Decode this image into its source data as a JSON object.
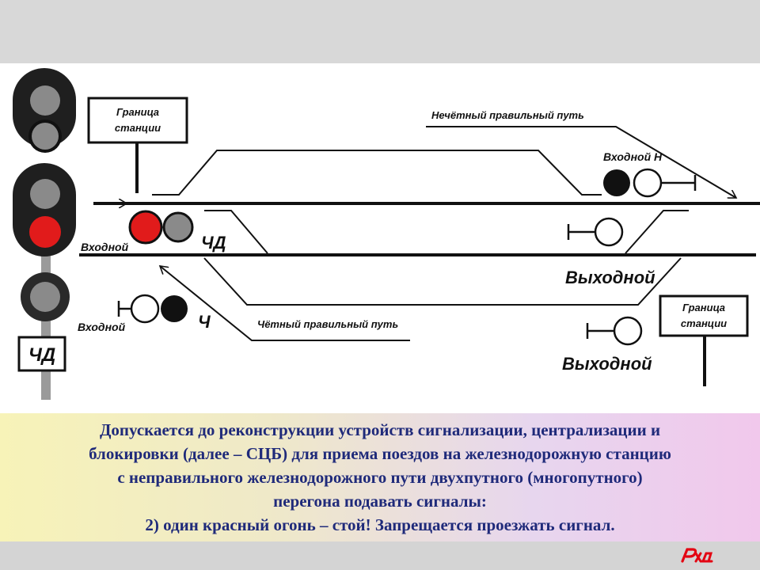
{
  "labels": {
    "station_border_left": [
      "Граница",
      "станции"
    ],
    "station_border_right": [
      "Граница",
      "станции"
    ],
    "odd_track": "Нечётный правильный путь",
    "even_track": "Чётный правильный путь",
    "entry_n": "Входной Н",
    "entry_chd": "Входной",
    "chd_mark": "ЧД",
    "exit_upper": "Выходной",
    "exit_lower": "Выходной",
    "entry_ch": "Входной",
    "ch_mark": "Ч",
    "signal_plate": "ЧД"
  },
  "caption": {
    "lines": [
      "Допускается до реконструкции устройств сигнализации, централизации и",
      "блокировки (далее – СЦБ) для приема поездов на железнодорожную станцию",
      "с неправильного железнодорожного пути двухпутного (многопутного)",
      "перегона подавать сигналы:",
      "2) один красный огонь – стой! Запрещается проезжать сигнал."
    ]
  },
  "logo": {
    "text": "РЖД",
    "color": "#e30613"
  },
  "colors": {
    "red_light": "#e11b1b",
    "lamp_gray": "#8a8a8a",
    "signal_body": "#1f1f1f",
    "caption_text": "#1f2a7a"
  }
}
